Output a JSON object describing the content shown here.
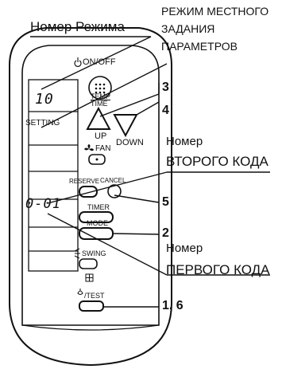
{
  "labels": {
    "mode_number": "Номер Режима",
    "local_mode_1": "РЕЖИМ МЕСТНОГО",
    "local_mode_2": "ЗАДАНИЯ",
    "local_mode_3": "ПАРАМЕТРОВ",
    "second_code_1": "Номер",
    "second_code_2": "ВТОРОГО КОДА",
    "first_code_1": "Номер",
    "first_code_2": "ПЕРВОГО КОДА"
  },
  "callouts": {
    "n3": "3",
    "n4": "4",
    "n5": "5",
    "n2": "2",
    "n16": "1, 6"
  },
  "display": {
    "mode_value": "10",
    "setting": "SETTING",
    "code_value": "0-01"
  },
  "buttons": {
    "on_off": "ON/OFF",
    "temp": "TEMP",
    "time": "TIME",
    "up": "UP",
    "down": "DOWN",
    "fan": "FAN",
    "reserve": "RESERVE",
    "cancel": "CANCEL",
    "timer": "TIMER",
    "mode": "MODE",
    "swing": "SWING",
    "test": "/TEST"
  }
}
